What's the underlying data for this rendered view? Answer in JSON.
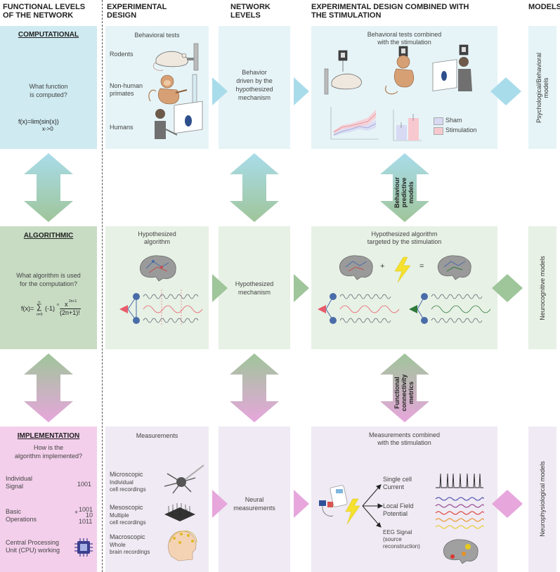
{
  "headers": {
    "functional_levels": "FUNCTIONAL LEVELS\nOF THE NETWORK",
    "experimental_design": "EXPERIMENTAL\nDESIGN",
    "network_levels": "NETWORK\nLEVELS",
    "combined": "EXPERIMENTAL DESIGN COMBINED WITH\nTHE STIMULATION",
    "models": "MODELS"
  },
  "computational": {
    "title": "COMPUTATIONAL",
    "question": "What function\nis computed?",
    "formula_main": "f(x)=lim(sin(x))",
    "formula_sub": "x->0",
    "design_title": "Behavioral tests",
    "rodents": "Rodents",
    "primates": "Non-human\nprimates",
    "humans": "Humans",
    "network": "Behavior\ndriven by the\nhypothesized\nmechanism",
    "combined_title": "Behavioral tests combined\nwith the stimulation",
    "legend_sham": "Sham",
    "legend_stim": "Stimulation",
    "model": "Psychological/Behavioral\nmodels"
  },
  "arrow_labels": {
    "behaviour": "Behaviour\npredictive\nmodels",
    "connectivity": "Functional\nconnectivity\nmetrics"
  },
  "algorithmic": {
    "title": "ALGORITHMIC",
    "question": "What algorithm is used\nfor the computation?",
    "formula_prefix": "f(x)=",
    "formula_sum": "∑",
    "formula_top": "∞",
    "formula_bot": "n=0",
    "formula_term": "(-1)",
    "formula_exp": "n",
    "formula_num": "x",
    "formula_num_exp": "2n+1",
    "formula_den": "(2n+1)!",
    "design_title": "Hypothesized\nalgorithm",
    "network": "Hypothesized\nmechanism",
    "combined_title": "Hypothesized algorithm\ntargeted by the stimulation",
    "plus": "+",
    "equals": "=",
    "model": "Neurocognitive models"
  },
  "implementation": {
    "title": "IMPLEMENTATION",
    "question": "How is the\nalgorithm implemented?",
    "individual": "Individual\nSignal",
    "individual_val": "1001",
    "basic": "Basic\nOperations",
    "basic_val1": "1001",
    "basic_plus": "+",
    "basic_val2": "10",
    "basic_val3": "1011",
    "cpu": "Central Processing\nUnit (CPU) working",
    "design_title": "Measurements",
    "micro": "Microscopic",
    "micro_sub": "Individual\ncell recordings",
    "meso": "Mesoscopic",
    "meso_sub": "Multiple\ncell recordings",
    "macro": "Macroscopic",
    "macro_sub": "Whole\nbrain recordings",
    "network": "Neural\nmeasurements",
    "combined_title": "Measurements combined\nwith the stimulation",
    "single_cell": "Single cell\nCurrent",
    "lfp": "Local Field\nPotential",
    "eeg": "EEG Signal\n(source\nreconstruction)",
    "model": "Neurophysiological models"
  },
  "colors": {
    "blue": "#a9dcea",
    "green": "#9fc59a",
    "pink": "#e7a6dc",
    "sham": "#d8d9f2",
    "stim": "#f7c9cf"
  }
}
